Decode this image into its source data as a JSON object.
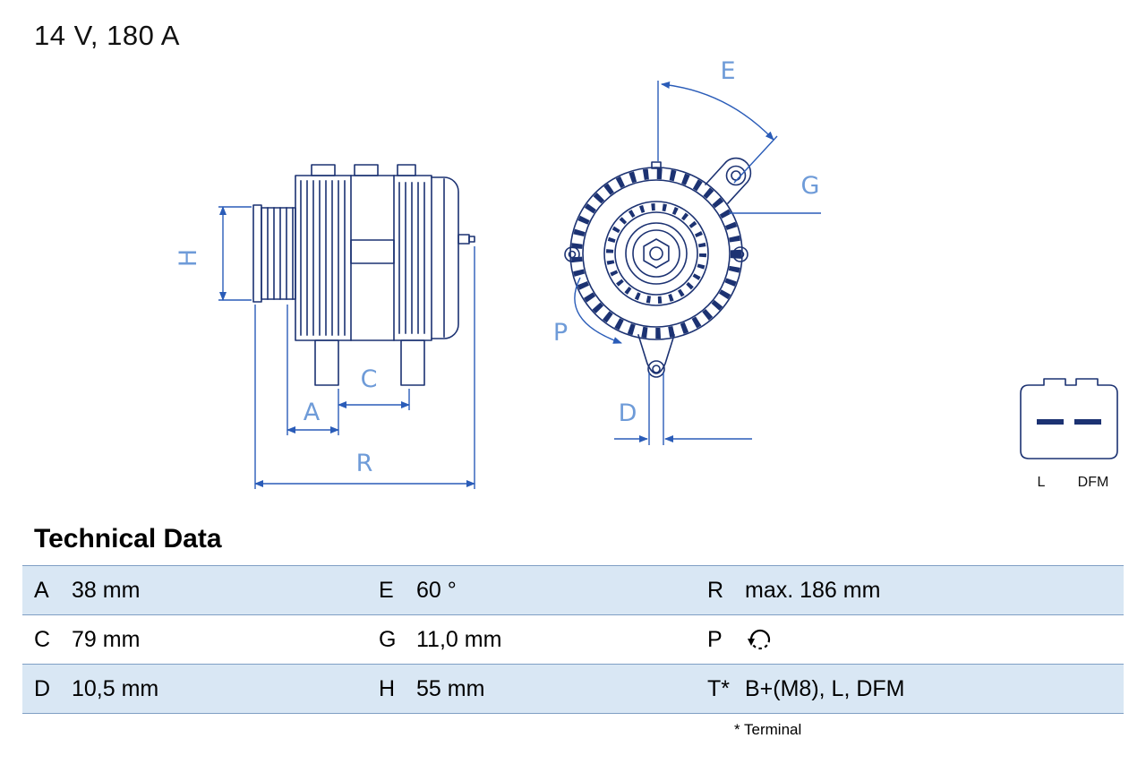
{
  "header": {
    "rating": "14 V, 180 A"
  },
  "drawing": {
    "dim_labels": {
      "H": "H",
      "A": "A",
      "C": "C",
      "R": "R",
      "E": "E",
      "G": "G",
      "P": "P",
      "D": "D"
    },
    "connector": {
      "pin_left": "L",
      "pin_right": "DFM"
    }
  },
  "technical_data": {
    "title": "Technical Data",
    "rows": [
      [
        {
          "key": "A",
          "value": "38 mm"
        },
        {
          "key": "E",
          "value": "60 °"
        },
        {
          "key": "R",
          "value": "max. 186 mm"
        }
      ],
      [
        {
          "key": "C",
          "value": "79 mm"
        },
        {
          "key": "G",
          "value": "11,0 mm"
        },
        {
          "key": "P",
          "value": "",
          "icon": "rotation-ccw-icon"
        }
      ],
      [
        {
          "key": "D",
          "value": "10,5 mm"
        },
        {
          "key": "H",
          "value": "55 mm"
        },
        {
          "key": "T*",
          "value": "B+(M8), L, DFM"
        }
      ]
    ],
    "footnote": "* Terminal"
  },
  "colors": {
    "outline": "#1c3272",
    "dimension_line": "#2a5cb8",
    "dimension_label": "#6e9bd8",
    "table_band": "#d9e7f4",
    "table_border": "#7f9fc4"
  }
}
